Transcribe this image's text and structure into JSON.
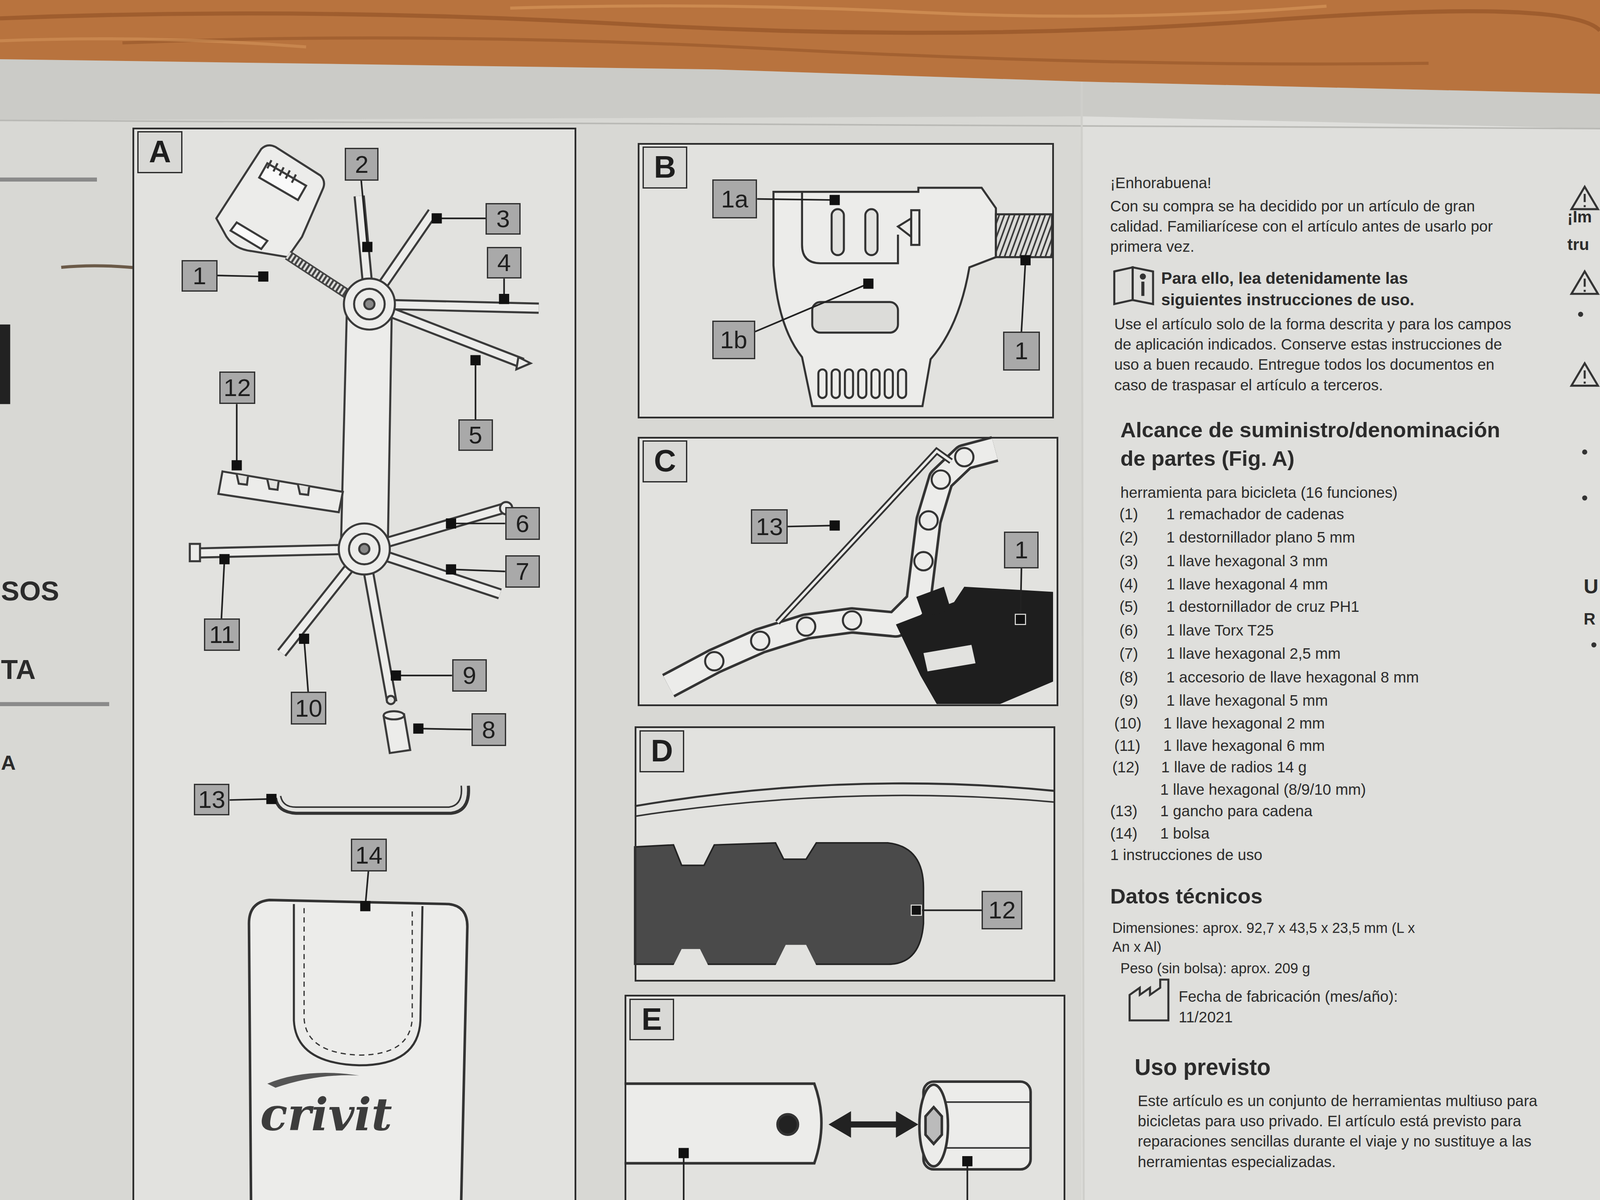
{
  "diagram": {
    "nodes": [
      {
        "text": [
          "A"
        ]
      },
      {
        "text": [
          "1"
        ],
        "in": 0
      },
      {
        "text": [
          "2"
        ],
        "in": 0
      },
      {
        "text": [
          "3"
        ],
        "in": 0
      },
      {
        "text": [
          "4"
        ],
        "in": 0
      },
      {
        "text": [
          "5"
        ],
        "in": 0
      },
      {
        "text": [
          "12"
        ],
        "in": 0
      },
      {
        "text": [
          "6"
        ],
        "in": 0
      },
      {
        "text": [
          "7"
        ],
        "in": 0
      },
      {
        "text": [
          "11"
        ],
        "in": 0
      },
      {
        "text": [
          "9"
        ],
        "in": 0
      },
      {
        "text": [
          "10"
        ],
        "in": 0
      },
      {
        "text": [
          "8"
        ],
        "in": 0
      },
      {
        "text": [
          "13"
        ],
        "in": 0
      },
      {
        "text": [
          "14"
        ],
        "in": 0
      },
      {
        "text": [
          "B"
        ]
      },
      {
        "text": [
          "1a"
        ],
        "in": 15
      },
      {
        "text": [
          "1b"
        ],
        "in": 15
      },
      {
        "text": [
          "1"
        ],
        "in": 15
      },
      {
        "text": [
          "C"
        ]
      },
      {
        "text": [
          "13"
        ],
        "in": 19
      },
      {
        "text": [
          "1"
        ],
        "in": 19
      },
      {
        "text": [
          "D"
        ]
      },
      {
        "text": [
          "12"
        ],
        "in": 22
      },
      {
        "text": [
          "E"
        ]
      }
    ],
    "labels": [
      "SOS",
      "TA",
      "A",
      "crivit",
      "¡Enhorabuena!",
      "Con su compra se ha decidido por un artículo de gran calidad. Familiarícese con el artículo antes de usarlo por primera vez.",
      "Para ello, lea detenidamente las siguientes instrucciones de uso.",
      "Use el artículo solo de la forma descrita y para los campos de aplicación indicados. Conserve estas instrucciones de uso a buen recaudo. Entregue todos los documentos en caso de traspasar el artículo a terceros.",
      "Alcance de suministro/denominación de partes (Fig. A)",
      "herramienta para bicicleta (16 funciones)",
      "(1)",
      "1 remachador de cadenas",
      "(2)",
      "1 destornillador plano 5 mm",
      "(3)",
      "1 llave hexagonal 3 mm",
      "(4)",
      "1 llave hexagonal 4 mm",
      "(5)",
      "1 destornillador de cruz PH1",
      "(6)",
      "1 llave Torx T25",
      "(7)",
      "1 llave hexagonal 2,5 mm",
      "(8)",
      "1 accesorio de llave hexagonal 8 mm",
      "(9)",
      "1 llave hexagonal 5 mm",
      "(10)",
      "1 llave hexagonal 2 mm",
      "(11)",
      "1 llave hexagonal 6 mm",
      "(12)",
      "1 llave de radios 14 g",
      "1 llave hexagonal (8/9/10 mm)",
      "(13)",
      "1 gancho para cadena",
      "(14)",
      "1 bolsa",
      "1 instrucciones de uso",
      "Datos técnicos",
      "Dimensiones: aprox. 92,7 x 43,5 x 23,5 mm (L x An x Al)",
      "Peso (sin bolsa): aprox. 209 g",
      "Fecha de fabricación (mes/año): 11/2021",
      "Uso previsto",
      "Este artículo es un conjunto de herramientas multiuso para bicicletas para uso privado. El artículo está previsto para reparaciones sencillas durante el viaje y no sustituye a las herramientas especializadas.",
      "¡Im",
      "tru",
      "U",
      "R"
    ]
  }
}
